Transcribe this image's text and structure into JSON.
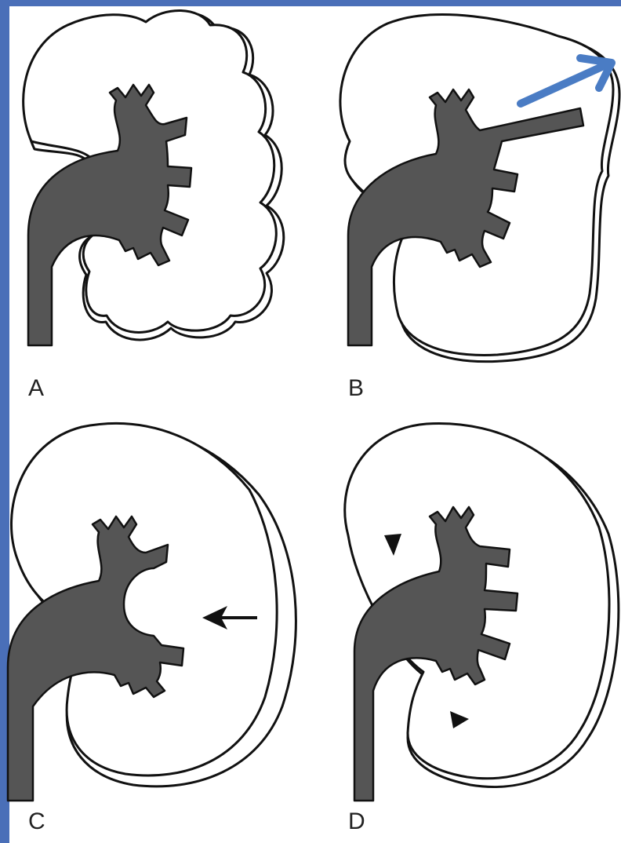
{
  "panels": [
    {
      "id": "A",
      "label": "A"
    },
    {
      "id": "B",
      "label": "B"
    },
    {
      "id": "C",
      "label": "C"
    },
    {
      "id": "D",
      "label": "D"
    }
  ],
  "colors": {
    "frame": "#4a6fb8",
    "arrow_highlight": "#4a7cc4",
    "collecting_system": "#555555",
    "outline": "#111111"
  },
  "icons": [
    "arrow-icon",
    "arrowhead-marker-icon"
  ]
}
